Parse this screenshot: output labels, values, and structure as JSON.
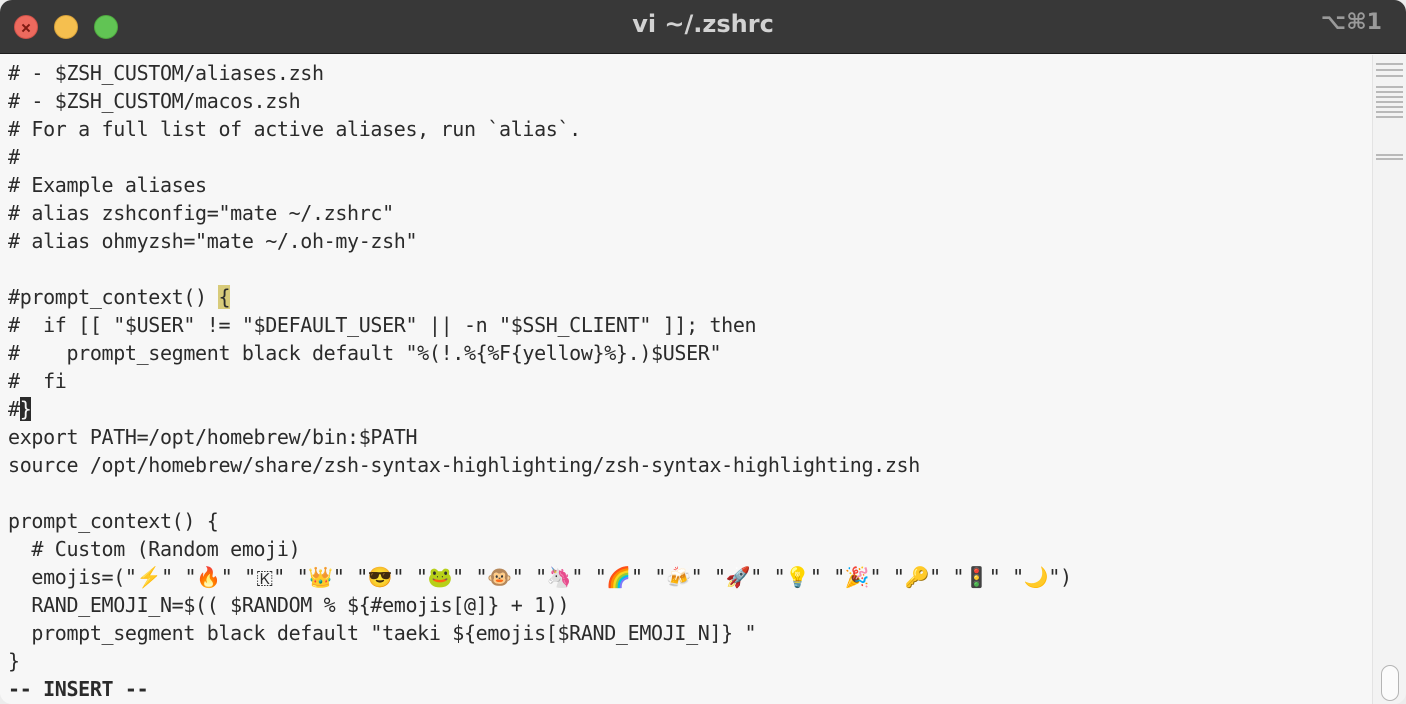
{
  "window": {
    "title": "vi ~/.zshrc",
    "shortcut": "⌥⌘1"
  },
  "editor": {
    "lines": [
      "# - $ZSH_CUSTOM/aliases.zsh",
      "# - $ZSH_CUSTOM/macos.zsh",
      "# For a full list of active aliases, run `alias`.",
      "#",
      "# Example aliases",
      "# alias zshconfig=\"mate ~/.zshrc\"",
      "# alias ohmyzsh=\"mate ~/.oh-my-zsh\"",
      "",
      "#prompt_context() {",
      "#  if [[ \"$USER\" != \"$DEFAULT_USER\" || -n \"$SSH_CLIENT\" ]]; then",
      "#    prompt_segment black default \"%(!.%{%F{yellow}%}.)$USER\"",
      "#  fi",
      "#}",
      "export PATH=/opt/homebrew/bin:$PATH",
      "source /opt/homebrew/share/zsh-syntax-highlighting/zsh-syntax-highlighting.zsh",
      "",
      "prompt_context() {",
      "  # Custom (Random emoji)",
      "  emojis=(\"⚡️\" \"🔥\" \"🇰\" \"👑\" \"😎\" \"🐸\" \"🐵\" \"🦄\" \"🌈\" \"🍻\" \"🚀\" \"💡\" \"🎉\" \"🔑\" \"🚦\" \"🌙\")",
      "  RAND_EMOJI_N=$(( $RANDOM % ${#emojis[@]} + 1))",
      "  prompt_segment black default \"taeki ${emojis[$RAND_EMOJI_N]} \"",
      "}"
    ],
    "highlighted_line_prefix": "#prompt_context() ",
    "highlighted_char": "{",
    "cursor_line_prefix": "#",
    "cursor_char": "}",
    "mode_status": "-- INSERT --"
  },
  "colors": {
    "titlebar_bg": "#383838",
    "editor_bg": "#f7f7f7",
    "text": "#2b2b2b",
    "match_highlight": "#d8cb7a"
  }
}
